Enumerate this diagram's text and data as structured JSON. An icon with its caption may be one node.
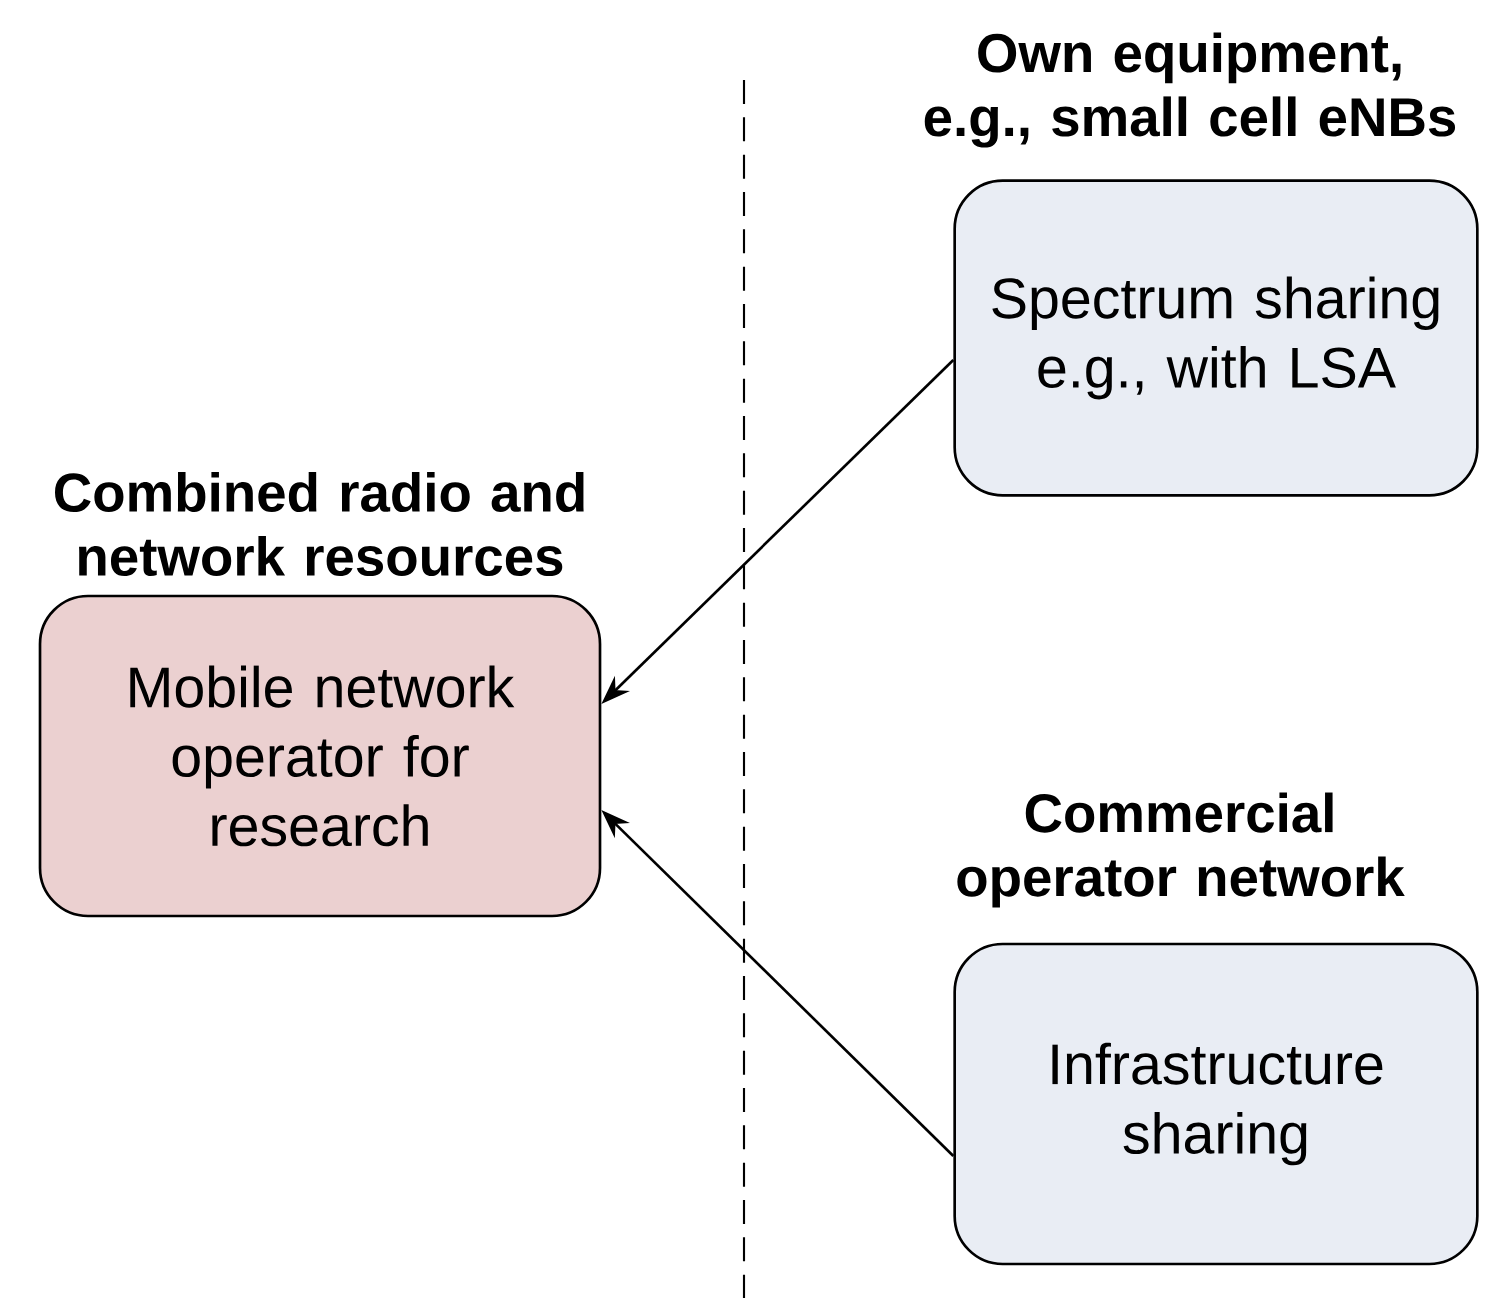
{
  "diagram": {
    "nodes": [
      {
        "text": [
          "Combined radio and network resources",
          "Mobile network operator for research"
        ]
      },
      {
        "text": [
          "Own equipment, e.g., small cell eNBs",
          "Spectrum sharing e.g., with LSA"
        ]
      },
      {
        "text": [
          "Commercial operator network",
          "Infrastructure sharing"
        ]
      }
    ],
    "edges": [
      {
        "from": 1,
        "to": 0,
        "arrow": "to"
      },
      {
        "from": 2,
        "to": 0,
        "arrow": "to"
      }
    ]
  }
}
